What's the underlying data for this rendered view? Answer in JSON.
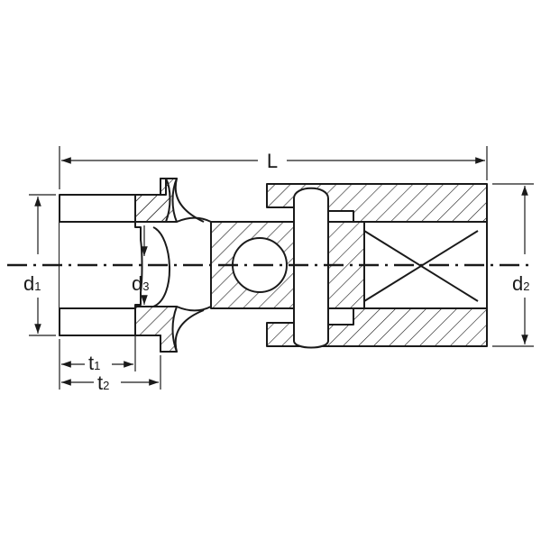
{
  "diagram": {
    "line_color": "#1a1a1a",
    "background": "#ffffff",
    "dimensions": {
      "L": {
        "main": "L"
      },
      "d1": {
        "main": "d",
        "sub": "1"
      },
      "d2": {
        "main": "d",
        "sub": "2"
      },
      "d3": {
        "main": "d",
        "sub": "3"
      },
      "t1": {
        "main": "t",
        "sub": "1"
      },
      "t2": {
        "main": "t",
        "sub": "2"
      }
    }
  }
}
